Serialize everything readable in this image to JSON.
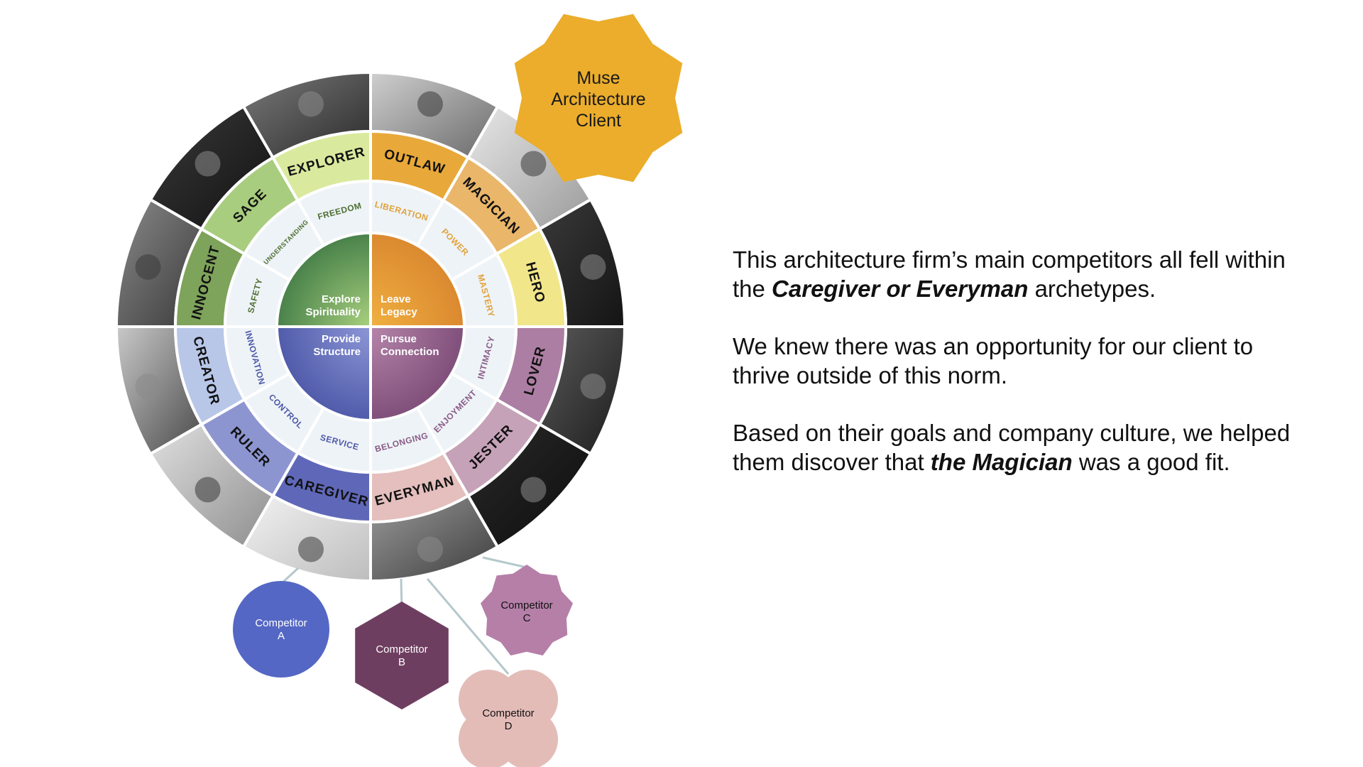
{
  "wheel": {
    "archetypes": [
      {
        "id": "outlaw",
        "label": "OUTLAW",
        "color": "#e8a93a",
        "text_color": "#111111"
      },
      {
        "id": "magician",
        "label": "MAGICIAN",
        "color": "#e9b66a",
        "text_color": "#111111"
      },
      {
        "id": "hero",
        "label": "HERO",
        "color": "#f1e68a",
        "text_color": "#111111"
      },
      {
        "id": "lover",
        "label": "LOVER",
        "color": "#ad7ea3",
        "text_color": "#111111"
      },
      {
        "id": "jester",
        "label": "JESTER",
        "color": "#c6a2b8",
        "text_color": "#111111"
      },
      {
        "id": "everyman",
        "label": "EVERYMAN",
        "color": "#e4bfbd",
        "text_color": "#111111"
      },
      {
        "id": "caregiver",
        "label": "CAREGIVER",
        "color": "#5f68b8",
        "text_color": "#111111"
      },
      {
        "id": "ruler",
        "label": "RULER",
        "color": "#8c95d0",
        "text_color": "#111111"
      },
      {
        "id": "creator",
        "label": "CREATOR",
        "color": "#b8c6e8",
        "text_color": "#111111"
      },
      {
        "id": "innocent",
        "label": "INNOCENT",
        "color": "#7ea35a",
        "text_color": "#111111"
      },
      {
        "id": "sage",
        "label": "SAGE",
        "color": "#a8cd7e",
        "text_color": "#111111"
      },
      {
        "id": "explorer",
        "label": "EXPLORER",
        "color": "#d9ea9e",
        "text_color": "#111111"
      }
    ],
    "values": [
      {
        "label": "LIBERATION",
        "color": "#e0a23a"
      },
      {
        "label": "POWER",
        "color": "#e0a23a"
      },
      {
        "label": "MASTERY",
        "color": "#e0a23a"
      },
      {
        "label": "INTIMACY",
        "color": "#8a5a86"
      },
      {
        "label": "ENJOYMENT",
        "color": "#8a5a86"
      },
      {
        "label": "BELONGING",
        "color": "#8a5a86"
      },
      {
        "label": "SERVICE",
        "color": "#4d58a8"
      },
      {
        "label": "CONTROL",
        "color": "#4d58a8"
      },
      {
        "label": "INNOVATION",
        "color": "#4d58a8"
      },
      {
        "label": "SAFETY",
        "color": "#4e6e32"
      },
      {
        "label": "UNDERSTANDING",
        "color": "#4e6e32"
      },
      {
        "label": "FREEDOM",
        "color": "#4e6e32"
      }
    ],
    "quadrants": [
      {
        "line1": "Leave",
        "line2": "Legacy",
        "c1": "#f0b040",
        "c2": "#d9852e"
      },
      {
        "line1": "Pursue",
        "line2": "Connection",
        "c1": "#b585aa",
        "c2": "#7a4a76"
      },
      {
        "line1": "Provide",
        "line2": "Structure",
        "c1": "#8d97d6",
        "c2": "#4a55a6"
      },
      {
        "line1": "Explore",
        "line2": "Spirituality",
        "c1": "#a9d07e",
        "c2": "#3f7a45"
      }
    ],
    "photo_icons": [
      "hiker-photo",
      "motorcycle-photo",
      "hand-ring-photo",
      "firefighter-photo",
      "silhouette-photo",
      "child-face-photo",
      "smiling-man-photo",
      "couple-photo",
      "speaker-photo",
      "pottery-hand-photo",
      "horse-photo",
      "hands-photo"
    ]
  },
  "client_badge": {
    "line1": "Muse",
    "line2": "Architecture",
    "line3": "Client",
    "color": "#ebad2b"
  },
  "competitors": [
    {
      "line1": "Competitor",
      "line2": "A",
      "color": "#5567c4",
      "text_color": "#ffffff",
      "shape": "circle"
    },
    {
      "line1": "Competitor",
      "line2": "B",
      "color": "#6e3e60",
      "text_color": "#ffffff",
      "shape": "hexagon"
    },
    {
      "line1": "Competitor",
      "line2": "C",
      "color": "#b57fa8",
      "text_color": "#111111",
      "shape": "star"
    },
    {
      "line1": "Competitor",
      "line2": "D",
      "color": "#e3bcb8",
      "text_color": "#111111",
      "shape": "blob"
    }
  ],
  "text": {
    "p1_pre": "This architecture firm’s main competitors all fell within the ",
    "p1_bold": "Caregiver or Everyman",
    "p1_post": " archetypes.",
    "p2": "We knew there was an opportunity for our client to thrive outside of this norm.",
    "p3_pre": "Based on their goals and company culture, we helped them discover that ",
    "p3_bold": "the Magician",
    "p3_post": " was a good fit."
  }
}
